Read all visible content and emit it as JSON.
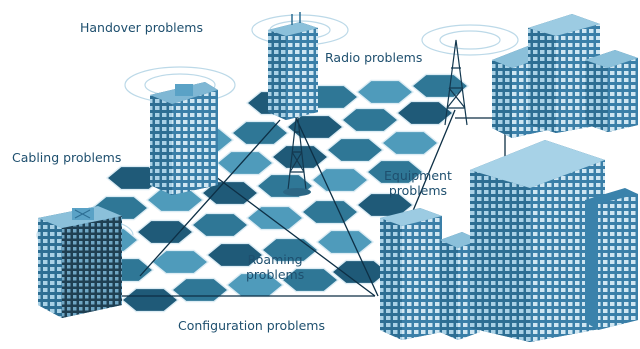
{
  "labels": {
    "handover": "Handover problems",
    "radio": "Radio problems",
    "cabling": "Cabling problems",
    "equipment_line1": "Equipment",
    "equipment_line2": "problems",
    "roaming_line1": "Roaming",
    "roaming_line2": "problems",
    "configuration": "Configuration problems"
  },
  "colors": {
    "hex_light": "#4f9bbb",
    "hex_mid": "#2f7796",
    "hex_dark": "#1f5a78",
    "building": "#4f9cc4",
    "building_shade": "#2d6e93",
    "window": "#cfe6f2",
    "text": "#1e4f6e"
  },
  "icons": [
    "building-icon",
    "radio-tower-icon",
    "signal-waves-icon"
  ]
}
